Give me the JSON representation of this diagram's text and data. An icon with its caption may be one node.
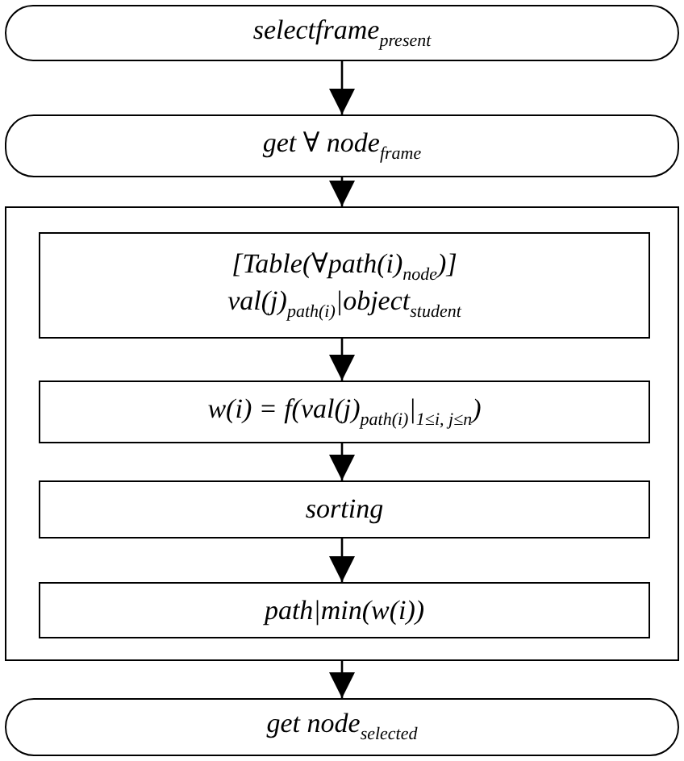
{
  "diagram": {
    "nodes": [
      {
        "text": [
          "selectframe$_{present}$"
        ]
      },
      {
        "text": [
          "get ∀ node$_{frame}$"
        ]
      },
      {
        "text": [],
        "shape": "box"
      },
      {
        "text": [
          "[Table(∀path(i)$_{node}$)]",
          "val(j)$_{path(i)}$|object$_{student}$"
        ],
        "in": 2
      },
      {
        "text": [
          "w(i) = f(val(j)$_{path(i)}$|$_{1≤i, j≤n}$)"
        ],
        "in": 2
      },
      {
        "text": [
          "sorting"
        ],
        "in": 2
      },
      {
        "text": [
          "path|min(w(i))"
        ],
        "in": 2
      },
      {
        "text": [
          "get node$_{selected}$"
        ]
      }
    ],
    "edges": [
      {
        "from": 0,
        "to": 1,
        "arrow": "to"
      },
      {
        "from": 1,
        "to": 2,
        "arrow": "to"
      },
      {
        "from": 3,
        "to": 4,
        "arrow": "to"
      },
      {
        "from": 4,
        "to": 5,
        "arrow": "to"
      },
      {
        "from": 5,
        "to": 6,
        "arrow": "to"
      },
      {
        "from": 2,
        "to": 7,
        "arrow": "to"
      }
    ]
  }
}
